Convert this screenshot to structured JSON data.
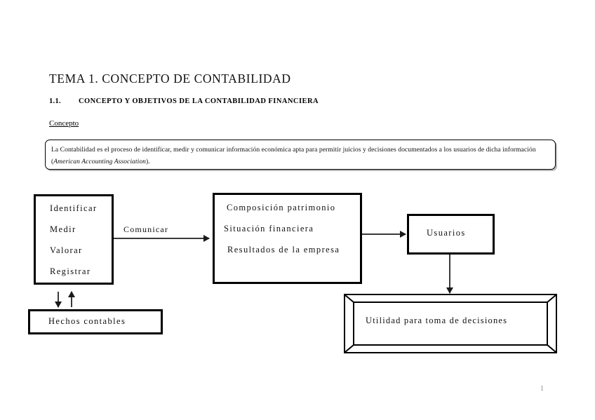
{
  "document": {
    "title": "TEMA 1. CONCEPTO DE CONTABILIDAD",
    "section_number": "1.1.",
    "section_heading": "CONCEPTO Y OBJETIVOS DE LA CONTABILIDAD FINANCIERA",
    "subheading": "Concepto",
    "page_number": "1"
  },
  "definition": {
    "text_before_italic": "La Contabilidad es el proceso de identificar, medir y comunicar información económica apta para permitir juicios y decisiones documentados a los usuarios de dicha información (",
    "italic_source": "American Accounting Association",
    "text_after_italic": ")."
  },
  "diagram": {
    "actions_box": {
      "label": "Identificar / Medir / Valorar / Registrar",
      "lines": [
        "Identificar",
        "Medir",
        "Valorar",
        "Registrar"
      ]
    },
    "info_box": {
      "label": "Composición patrimonio / Situación financiera / Resultados de la empresa",
      "lines": [
        "Composición patrimonio",
        "Situación financiera",
        "Resultados de la empresa"
      ]
    },
    "users_box": {
      "label": "Usuarios"
    },
    "facts_box": {
      "label": "Hechos contables"
    },
    "utility_box": {
      "label": "Utilidad para toma  de decisiones"
    },
    "connectors": {
      "comunicar_label": "Comunicar",
      "arrow_comunicar": "arrow-right",
      "arrow_to_users": "arrow-right",
      "arrow_users_to_utility": "arrow-down",
      "arrow_actions_to_facts": "arrow-down",
      "arrow_facts_to_actions": "arrow-up"
    }
  },
  "colors": {
    "ink": "#000000",
    "page_background": "#ffffff",
    "connector": "#3a3a3a",
    "page_number": "#8a8a8a",
    "shadow": "#b9b9b9"
  }
}
